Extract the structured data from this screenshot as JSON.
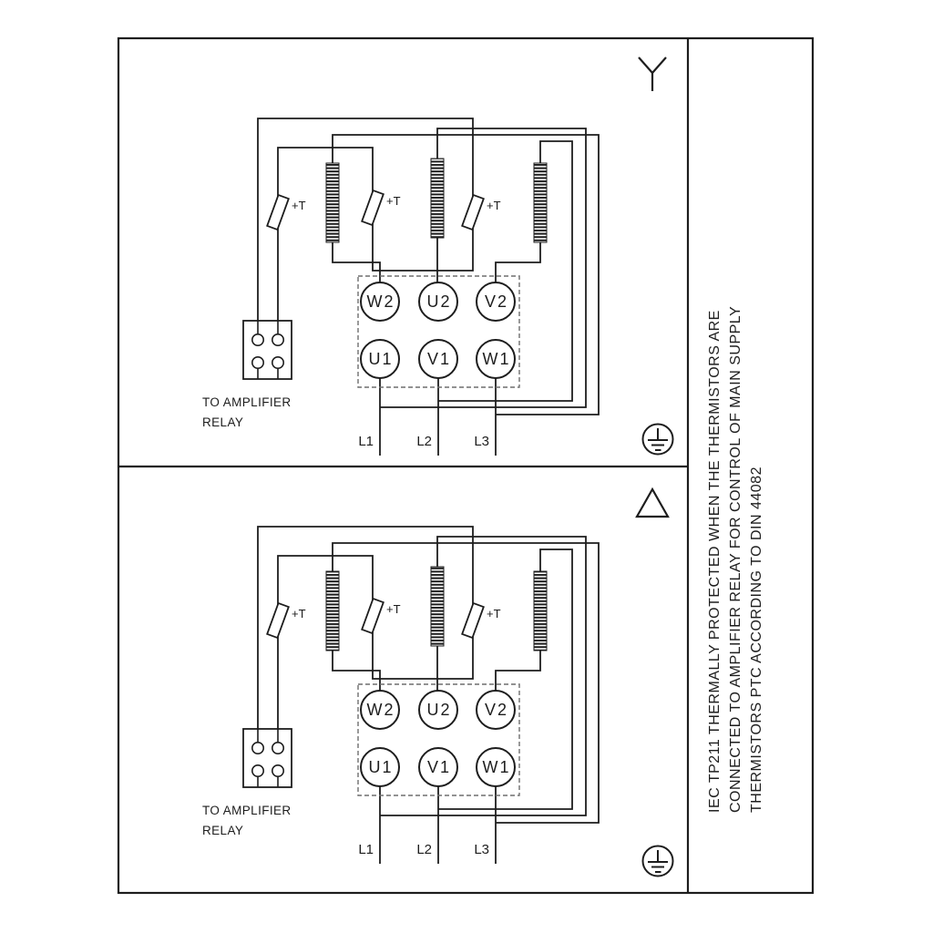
{
  "colors": {
    "line": "#1d1d1d",
    "dash_box": "#6e6e6e",
    "background": "#ffffff"
  },
  "terminal_block": {
    "top_row": [
      "W2",
      "U2",
      "V2"
    ],
    "bottom_row": [
      "U1",
      "V1",
      "W1"
    ]
  },
  "supply_lines": [
    "L1",
    "L2",
    "L3"
  ],
  "thermistor": {
    "label": "+T"
  },
  "relay": {
    "line1": "TO AMPLIFIER",
    "line2": "RELAY"
  },
  "note": {
    "line1": "IEC TP211 THERMALLY PROTECTED WHEN THE THERMISTORS ARE",
    "line2": "CONNECTED TO AMPLIFIER RELAY FOR CONTROL OF MAIN SUPPLY",
    "line3": "THERMISTORS PTC ACCORDING TO DIN 44082"
  },
  "connection_symbols": {
    "top_panel": "star",
    "bottom_panel": "delta"
  }
}
